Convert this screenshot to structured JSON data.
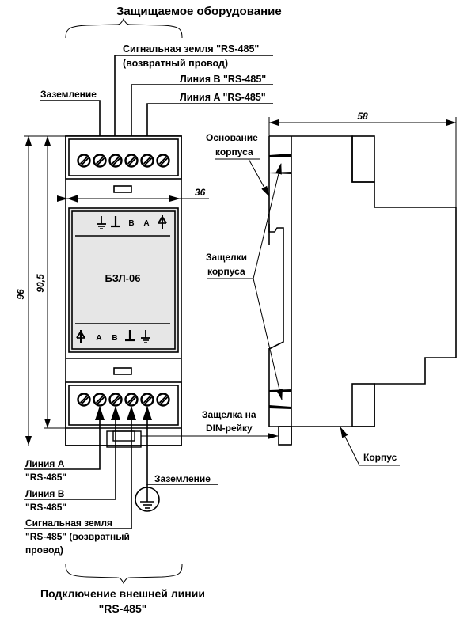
{
  "title_top": "Защищаемое оборудование",
  "title_bottom_line1": "Подключение внешней линии",
  "title_bottom_line2": "\"RS-485\"",
  "device": {
    "model": "БЗЛ-06",
    "top_terminal_marks": [
      "protective-earth",
      "signal-ground",
      "B",
      "A",
      "surge-arrow"
    ],
    "top_terminal_text": {
      "b": "B",
      "a": "A"
    },
    "bottom_terminal_marks": [
      "surge-arrow",
      "A",
      "B",
      "signal-ground",
      "protective-earth"
    ],
    "bottom_terminal_text": {
      "a": "A",
      "b": "B"
    },
    "terminal_count_per_block": 6
  },
  "top_labels": {
    "signal_ground_1": "Сигнальная земля \"RS-485\"",
    "signal_ground_2": "(возвратный провод)",
    "line_b": "Линия B \"RS-485\"",
    "line_a": "Линия A \"RS-485\"",
    "earth": "Заземление"
  },
  "bottom_labels": {
    "line_a_1": "Линия A",
    "line_a_2": "\"RS-485\"",
    "line_b_1": "Линия B",
    "line_b_2": "\"RS-485\"",
    "signal_ground_1": "Сигнальная земля",
    "signal_ground_2": "\"RS-485\" (возвратный",
    "signal_ground_3": "провод)",
    "earth": "Заземление"
  },
  "side_labels": {
    "base_1": "Основание",
    "base_2": "корпуса",
    "latches_1": "Защелки",
    "latches_2": "корпуса",
    "din_latch_1": "Защелка на",
    "din_latch_2": "DIN-рейку",
    "housing": "Корпус"
  },
  "dimensions": {
    "height_total": "96",
    "height_body": "90,5",
    "width_front": "36",
    "depth_side": "58"
  }
}
